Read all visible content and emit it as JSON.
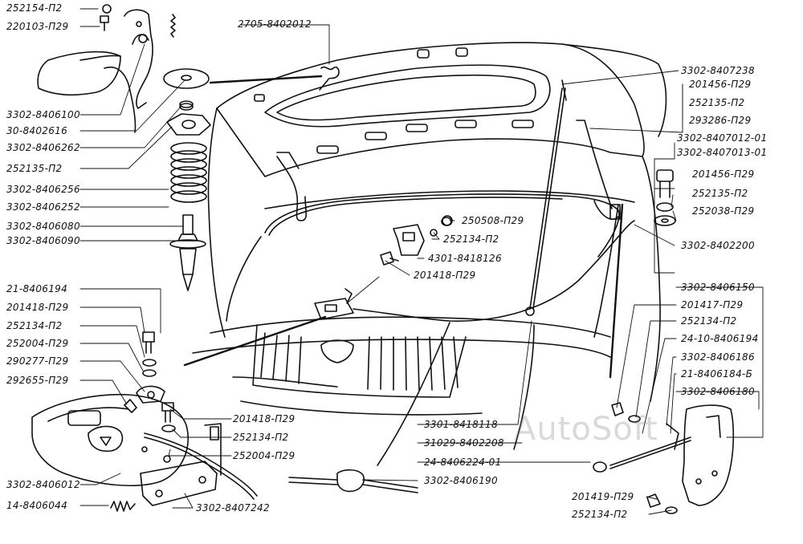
{
  "watermark": "AutoSoft",
  "labels": {
    "l01": "252154-П2",
    "l02": "220103-П29",
    "l03": "2705-8402012",
    "l04": "3302-8406100",
    "l05": "30-8402616",
    "l06": "3302-8406262",
    "l07": "252135-П2",
    "l08": "3302-8406256",
    "l09": "3302-8406252",
    "l10": "3302-8406080",
    "l11": "3302-8406090",
    "l12": "3302-8407238",
    "l13": "201456-П29",
    "l14": "252135-П2",
    "l15": "293286-П29",
    "l16": "3302-8407012-01",
    "l17": "3302-8407013-01",
    "l18": "201456-П29",
    "l19": "252135-П2",
    "l20": "252038-П29",
    "l21": "3302-8402200",
    "l22": "250508-П29",
    "l23": "252134-П2",
    "l24": "4301-8418126",
    "l25": "201418-П29",
    "l26": "21-8406194",
    "l27": "201418-П29",
    "l28": "252134-П2",
    "l29": "252004-П29",
    "l30": "290277-П29",
    "l31": "292655-П29",
    "l32": "201418-П29",
    "l33": "252134-П2",
    "l34": "252004-П29",
    "l35": "3302-8406012",
    "l36": "14-8406044",
    "l37": "3302-8407242",
    "l38": "3301-8418118",
    "l39": "31029-8402208",
    "l40": "24-8406224-01",
    "l41": "3302-8406190",
    "l42": "3302-8406150",
    "l43": "201417-П29",
    "l44": "252134-П2",
    "l45": "24-10-8406194",
    "l46": "3302-8406186",
    "l47": "21-8406184-Б",
    "l48": "3302-8406180",
    "l49": "201419-П29",
    "l50": "252134-П2"
  }
}
